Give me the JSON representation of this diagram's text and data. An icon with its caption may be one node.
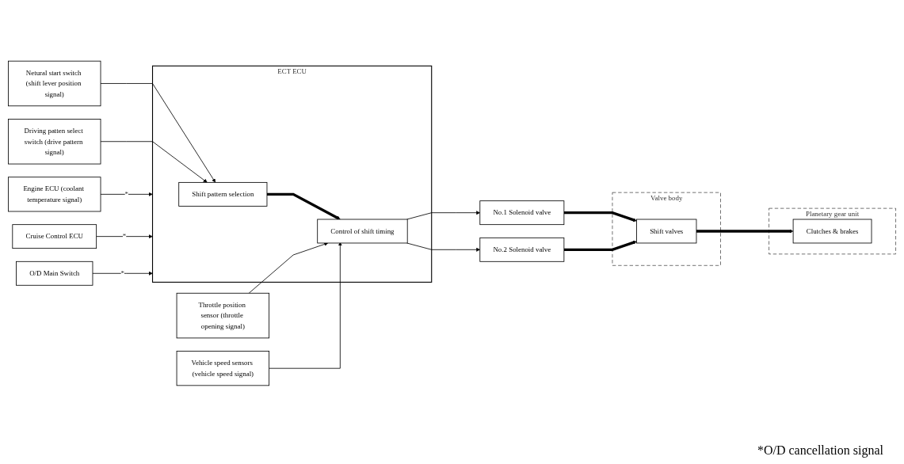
{
  "diagram": {
    "nodes": [
      {
        "text": [
          "Netural start switch (shift lever position signal)"
        ]
      },
      {
        "text": [
          "Driving patten select switch (drive pattern signal)"
        ]
      },
      {
        "text": [
          "Throttle position sensor (throttle opening signal)"
        ]
      },
      {
        "text": [
          "Vehicle speed sensors (vehicle speed signal)"
        ]
      },
      {
        "text": [
          "ECT ECU"
        ]
      },
      {
        "text": [
          "Shift pattern selection"
        ],
        "in": 4
      },
      {
        "text": [
          "Control of shift timing"
        ],
        "in": 4
      },
      {
        "text": [
          "Engine ECU (coolant temperature signal)"
        ]
      },
      {
        "text": [
          "Cruise Control ECU"
        ]
      },
      {
        "text": [
          "O/D Main Switch"
        ]
      },
      {
        "text": [
          "No.1 Solenoid valve"
        ]
      },
      {
        "text": [
          "No.2 Solenoid valve"
        ]
      },
      {
        "text": [
          "Valve body"
        ]
      },
      {
        "text": [
          "Shift valves"
        ],
        "in": 12
      },
      {
        "text": [
          "Planetary gear unit"
        ]
      },
      {
        "text": [
          "Clutches & brakes"
        ],
        "in": 14
      }
    ],
    "edges": [
      {
        "from": 0,
        "to": 5,
        "arrow": "to"
      },
      {
        "from": 1,
        "to": 5,
        "arrow": "to"
      },
      {
        "from": 5,
        "to": 6,
        "arrow": "to",
        "style": "thick"
      },
      {
        "from": 2,
        "to": 6,
        "arrow": "to"
      },
      {
        "from": 3,
        "to": 6,
        "arrow": "to"
      },
      {
        "from": 7,
        "to": 4,
        "arrow": "to",
        "label": "*"
      },
      {
        "from": 8,
        "to": 4,
        "arrow": "to",
        "label": "*"
      },
      {
        "from": 9,
        "to": 4,
        "arrow": "to",
        "label": "*"
      },
      {
        "from": 6,
        "to": 10,
        "arrow": "to"
      },
      {
        "from": 6,
        "to": 11,
        "arrow": "to"
      },
      {
        "from": 10,
        "to": 13,
        "arrow": "to",
        "style": "thick"
      },
      {
        "from": 11,
        "to": 13,
        "arrow": "to",
        "style": "thick"
      },
      {
        "from": 13,
        "to": 15,
        "arrow": "to",
        "style": "thick"
      }
    ],
    "labels": [
      "*O/D cancellation signal"
    ]
  }
}
